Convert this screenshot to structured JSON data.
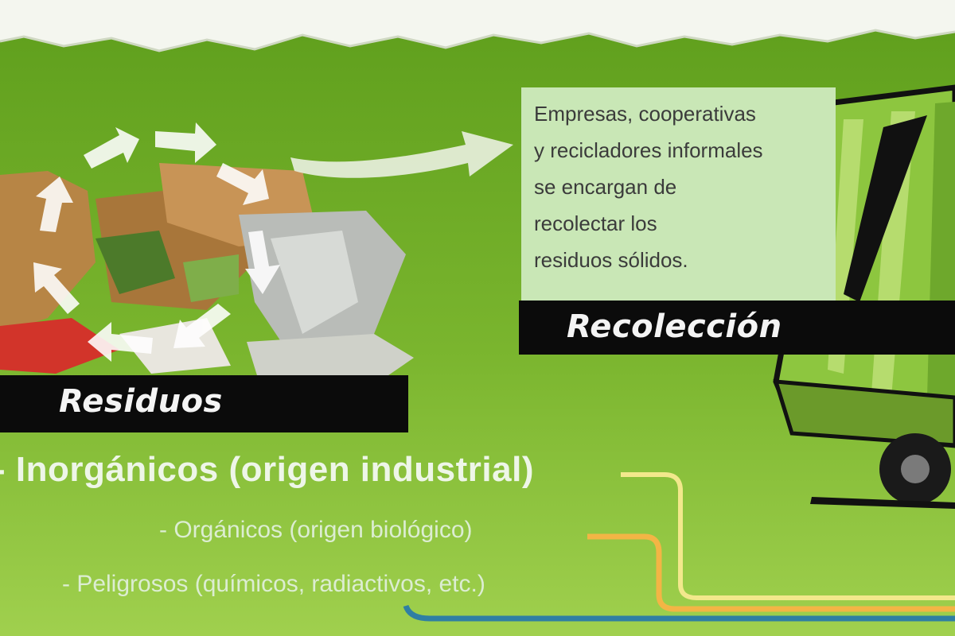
{
  "diagram": {
    "stage_waste": {
      "label": "Residuos"
    },
    "stage_collection": {
      "label": "Recolección",
      "description_lines": [
        "Empresas, cooperativas",
        "y recicladores informales",
        "se encargan de",
        "recolectar los",
        "residuos sólidos."
      ]
    },
    "categories": [
      {
        "text": "- Inorgánicos (origen industrial)"
      },
      {
        "text": "- Orgánicos   (origen biológico)"
      },
      {
        "text": "- Peligrosos (químicos, radiactivos, etc.)"
      }
    ]
  },
  "colors": {
    "background_top": "#5e9e1c",
    "background_bottom": "#9fd04c",
    "label_bar": "#0b0b0b",
    "info_box": "#c9e7b6",
    "truck_green": "#8dc63f",
    "line_yellow": "#f2e88c",
    "line_orange": "#f3b545",
    "line_blue": "#2f7fa3"
  },
  "icons": [
    "waste-pile-icon",
    "cycle-arrows-icon",
    "flow-arrow-icon",
    "garbage-truck-icon"
  ]
}
